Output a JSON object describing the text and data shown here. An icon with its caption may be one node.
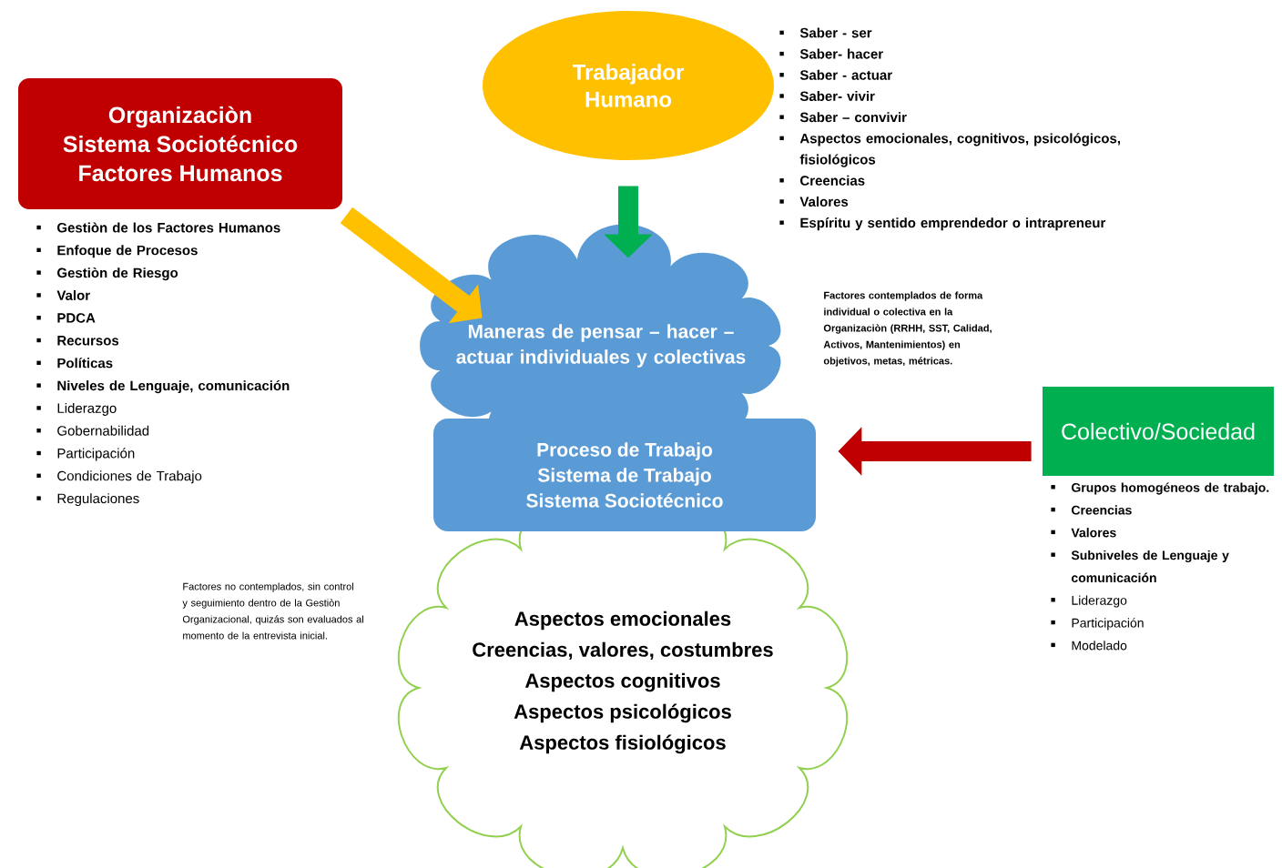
{
  "diagram": {
    "nodes": [
      {
        "text": [
          "Organizaciòn",
          "Sistema Sociotécnico",
          "Factores Humanos"
        ],
        "beside": [
          "Gestiòn de los Factores Humanos",
          "Enfoque de Procesos",
          "Gestiòn de Riesgo",
          "Valor",
          "PDCA",
          "Recursos",
          "Políticas",
          "Niveles de Lenguaje, comunicación",
          "Liderazgo",
          "Gobernabilidad",
          "Participación",
          "Condiciones de Trabajo",
          "Regulaciones"
        ]
      },
      {
        "text": [
          "Trabajador Humano"
        ],
        "beside": [
          "Saber - ser",
          "Saber- hacer",
          "Saber - actuar",
          "Saber- vivir",
          "Saber – convivir",
          "Aspectos emocionales, cognitivos, psicológicos, fisiológicos",
          "Creencias",
          "Valores",
          "Espíritu y sentido emprendedor o intrapreneur"
        ]
      },
      {
        "text": [
          "Maneras de pensar – hacer – actuar individuales y colectivas"
        ]
      },
      {
        "text": [
          "Proceso de Trabajo",
          "Sistema de Trabajo",
          "Sistema Sociotécnico"
        ]
      },
      {
        "text": [
          "Colectivo/Sociedad"
        ],
        "beside": [
          "Grupos homogéneos de trabajo.",
          "Creencias",
          "Valores",
          "Subniveles de Lenguaje y comunicación",
          "Liderazgo",
          "Participación",
          "Modelado"
        ]
      },
      {
        "text": [
          "Aspectos emocionales",
          "Creencias, valores, costumbres",
          "Aspectos cognitivos",
          "Aspectos psicológicos",
          "Aspectos fisiológicos"
        ]
      }
    ],
    "edges": [
      {
        "from": 0,
        "to": 2,
        "arrow": "to",
        "color": "#ffc000"
      },
      {
        "from": 1,
        "to": 2,
        "arrow": "to",
        "color": "#00b050"
      },
      {
        "from": 4,
        "to": 3,
        "arrow": "to",
        "color": "#c00000"
      }
    ],
    "labels": [
      "Factores contemplados de forma individual o colectiva en la Organizaciòn (RRHH, SST, Calidad, Activos, Mantenimientos) en objetivos, metas, métricas.",
      "Factores no contemplados, sin control y seguimiento dentro de la Gestiòn Organizacional, quizás son evaluados al momento de la entrevista inicial."
    ]
  }
}
